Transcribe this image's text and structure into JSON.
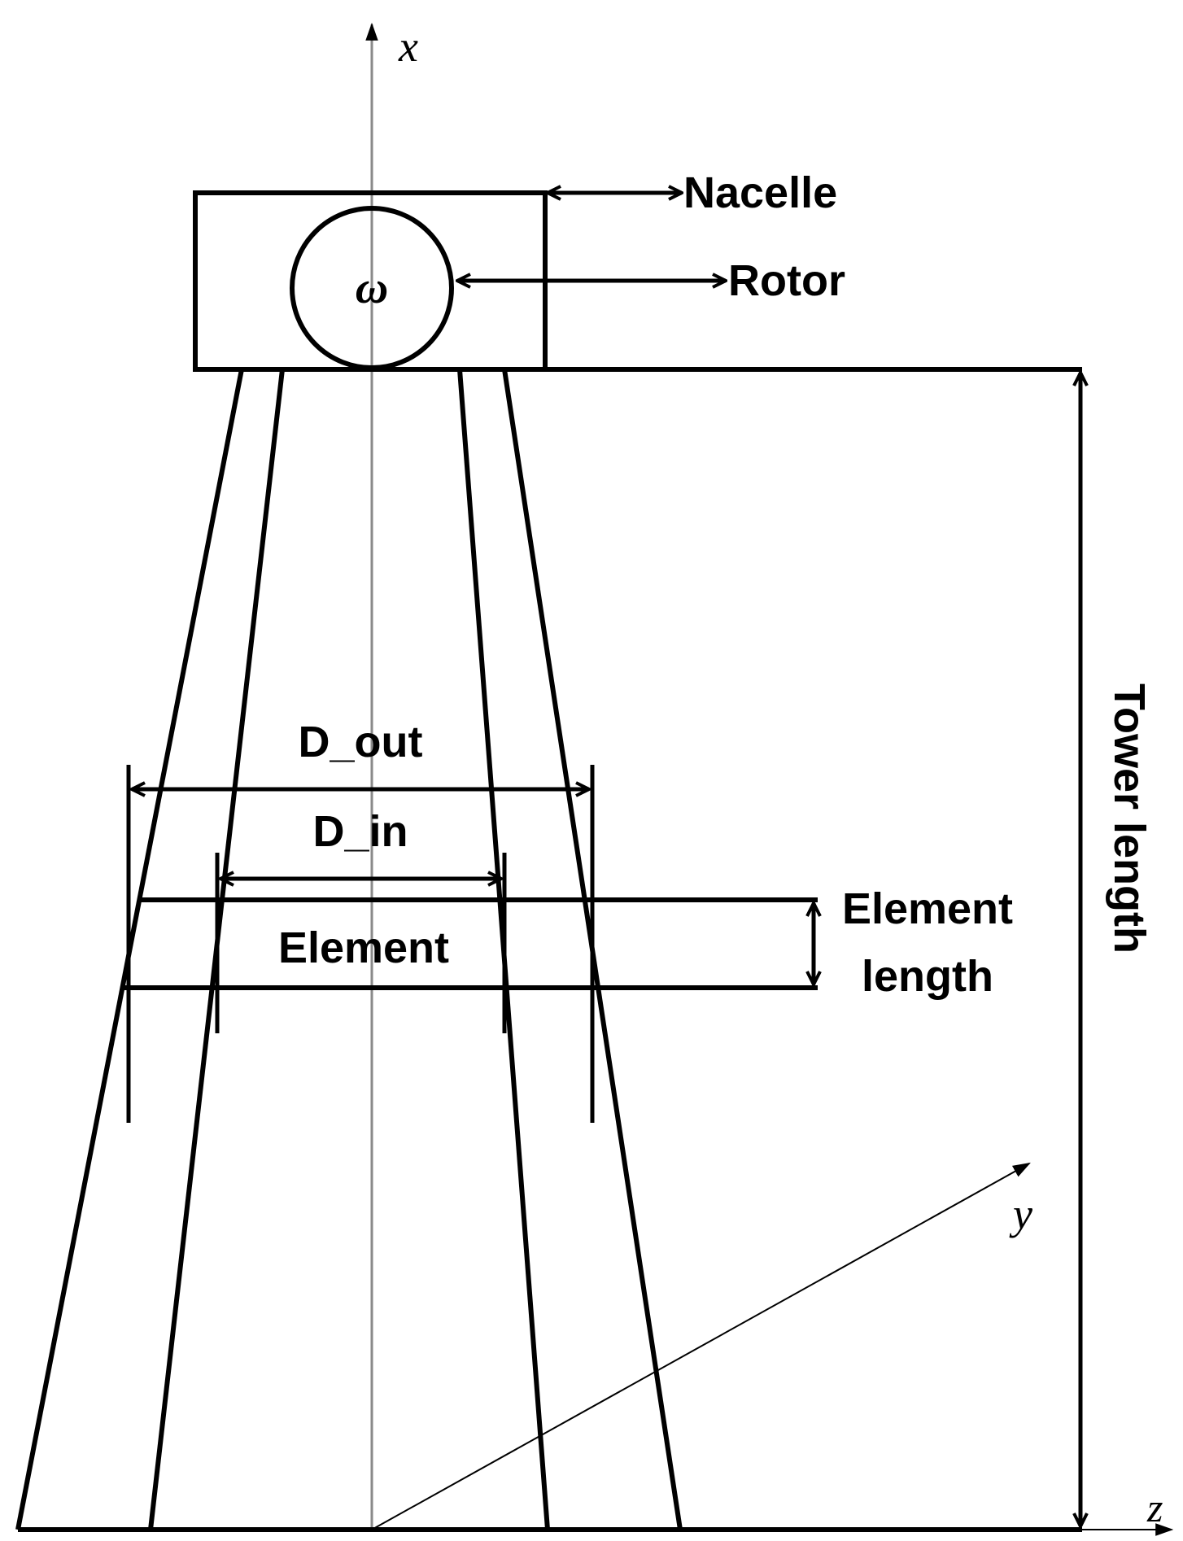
{
  "labels": {
    "x_axis": "x",
    "y_axis": "y",
    "z_axis": "z",
    "omega": "ω",
    "nacelle": "Nacelle",
    "rotor": "Rotor",
    "tower_length": "Tower length",
    "d_out": "D_out",
    "d_in": "D_in",
    "element": "Element",
    "element_length_1": "Element",
    "element_length_2": "length"
  }
}
